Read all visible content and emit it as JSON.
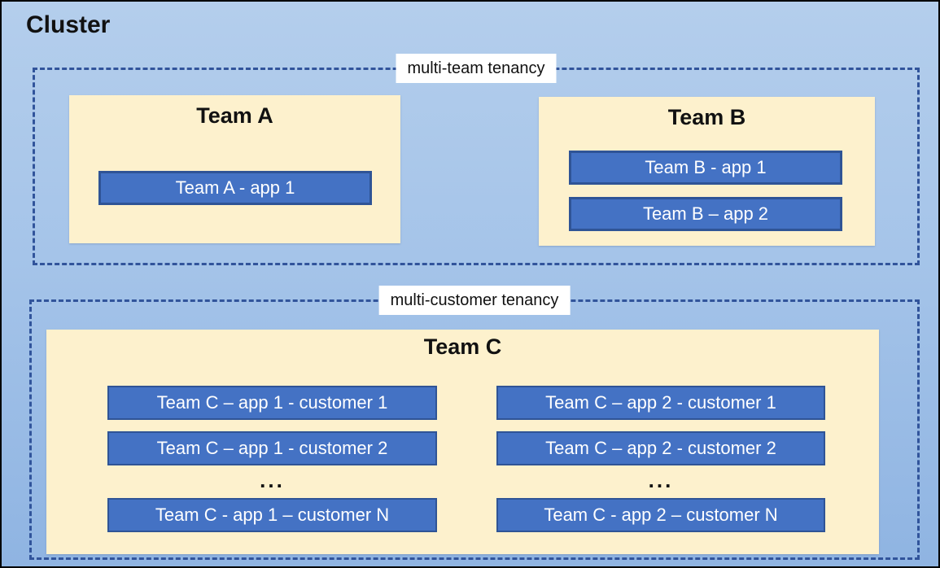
{
  "cluster": {
    "title": "Cluster"
  },
  "groups": [
    {
      "label": "multi-team tenancy",
      "teams": [
        {
          "name": "Team A",
          "apps": [
            "Team A - app 1"
          ]
        },
        {
          "name": "Team B",
          "apps": [
            "Team B - app 1",
            "Team B – app 2"
          ]
        }
      ]
    },
    {
      "label": "multi-customer tenancy",
      "teams": [
        {
          "name": "Team C",
          "columns": [
            {
              "rows": [
                "Team C – app 1 - customer 1",
                "Team C – app 1 - customer 2"
              ],
              "ellipsis": "...",
              "last_row": "Team C - app 1 – customer N"
            },
            {
              "rows": [
                "Team C – app 2 - customer 1",
                "Team C – app 2 - customer 2"
              ],
              "ellipsis": "...",
              "last_row": "Team C - app 2 – customer N"
            }
          ]
        }
      ]
    }
  ],
  "colors": {
    "cluster_bg_top": "#B4CEEC",
    "cluster_bg_bottom": "#8FB4E2",
    "panel_bg": "#FDF1CD",
    "app_fill": "#4472C4",
    "app_border": "#2F5496",
    "dashed_border": "#31549B",
    "outer_border": "#000000",
    "label_bg": "#FFFFFF",
    "text_dark": "#111111",
    "text_light": "#FFFFFF"
  }
}
